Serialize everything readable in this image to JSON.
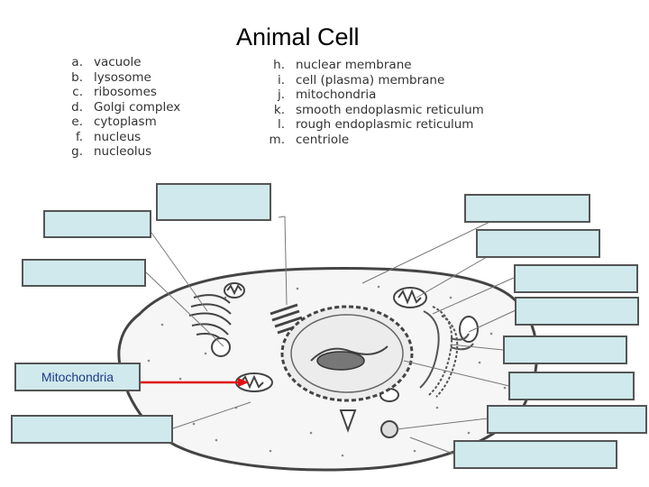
{
  "title": "Animal Cell",
  "legend": [
    {
      "letter": "a.",
      "term": "vacuole"
    },
    {
      "letter": "b.",
      "term": "lysosome"
    },
    {
      "letter": "c.",
      "term": "ribosomes"
    },
    {
      "letter": "d.",
      "term": "Golgi complex"
    },
    {
      "letter": "e.",
      "term": "cytoplasm"
    },
    {
      "letter": "f.",
      "term": "nucleus"
    },
    {
      "letter": "g.",
      "term": "nucleolus"
    },
    {
      "letter": "h.",
      "term": "nuclear membrane"
    },
    {
      "letter": "i.",
      "term": "cell (plasma) membrane"
    },
    {
      "letter": "j.",
      "term": "mitochondria"
    },
    {
      "letter": "k.",
      "term": "smooth endoplasmic reticulum"
    },
    {
      "letter": "l.",
      "term": "rough endoplasmic reticulum"
    },
    {
      "letter": "m.",
      "term": "centriole"
    }
  ],
  "answer_boxes": {
    "filled_label": "Mitochondria"
  },
  "colors": {
    "box_fill": "#cfe9ec",
    "arrow": "#dd1111",
    "answer_text": "#1f3a8a"
  }
}
